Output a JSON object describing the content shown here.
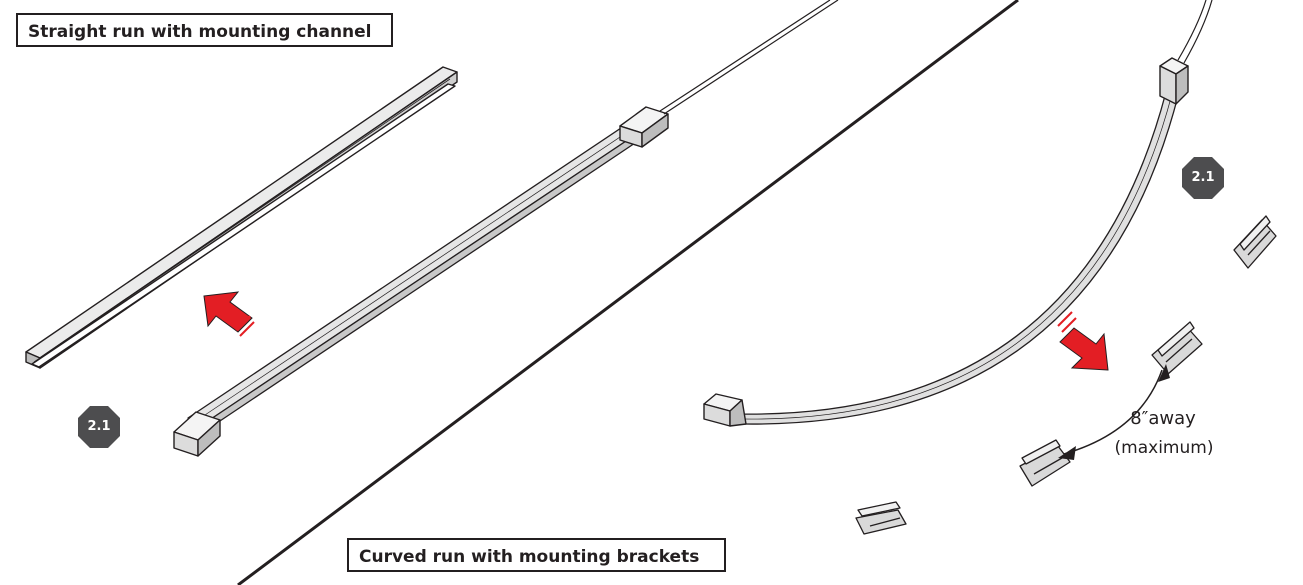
{
  "labels": {
    "straight_run": "Straight run with mounting channel",
    "curved_run": "Curved run with mounting brackets"
  },
  "badges": {
    "left": "2.1",
    "right": "2.1"
  },
  "dimension": {
    "distance": "8″away",
    "qualifier": "(maximum)"
  },
  "colors": {
    "arrow": "#e31e24",
    "badge": "#4d4d4f",
    "part_fill": "#d9d9d9",
    "outline": "#231f20"
  },
  "icons": {
    "arrow_left": "insert-arrow-icon",
    "arrow_right": "insert-arrow-icon"
  }
}
